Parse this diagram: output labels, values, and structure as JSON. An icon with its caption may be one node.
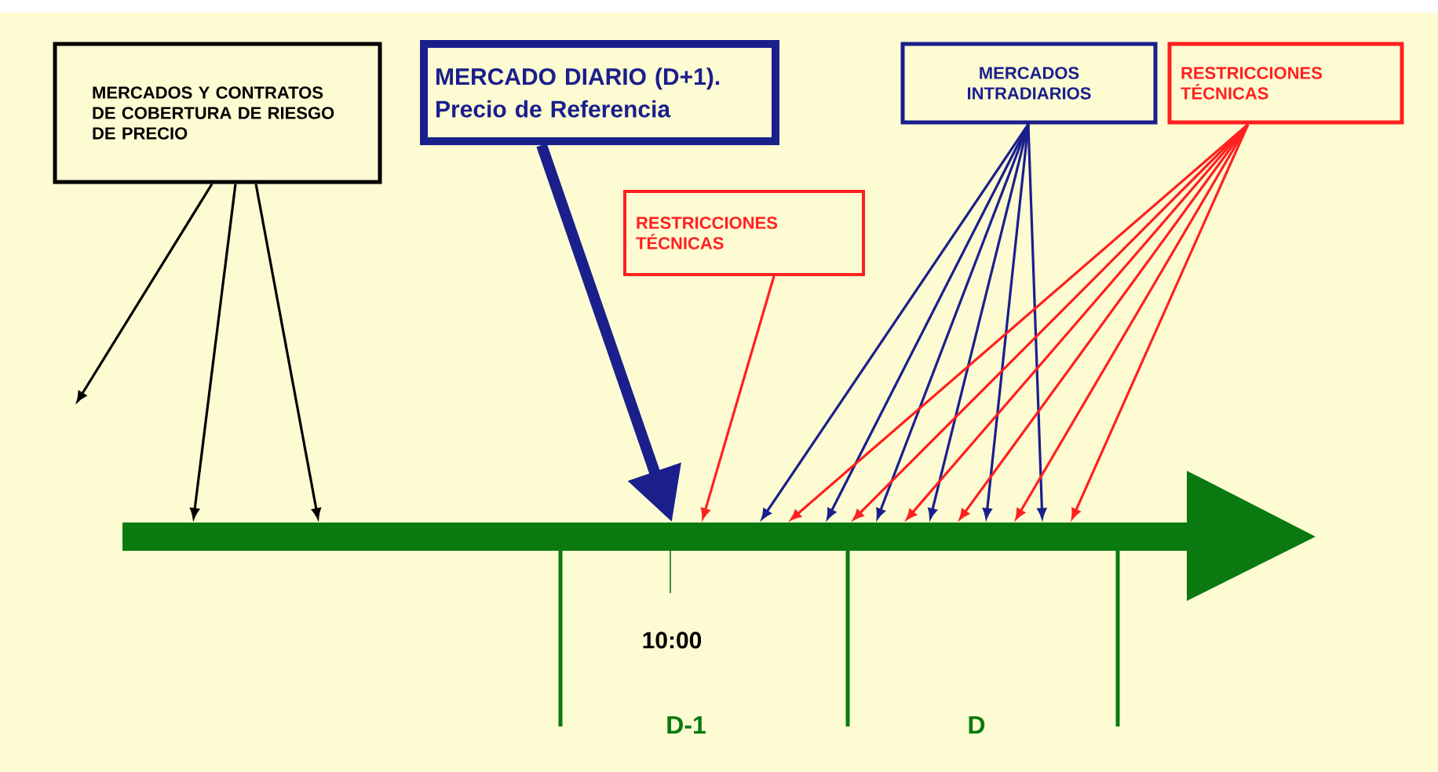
{
  "diagram": {
    "nodes": [
      {
        "text": [
          "MERCADOS Y CONTRATOS DE COBERTURA DE RIESGO DE PRECIO"
        ]
      },
      {
        "text": [
          "MERCADO DIARIO (D+1).",
          "Precio de Referencia"
        ]
      },
      {
        "text": [
          "MERCADOS INTRADIARIOS"
        ]
      },
      {
        "text": [
          "RESTRICCIONES TÉCNICAS"
        ]
      },
      {
        "text": [
          "RESTRICCIONES TÉCNICAS"
        ]
      },
      {
        "text": [],
        "shape": "bar"
      }
    ],
    "edges": [
      {
        "from": 0,
        "to": null,
        "arrow": "to",
        "color": "#000000"
      },
      {
        "from": 0,
        "to": 5,
        "arrow": "to",
        "color": "#000000"
      },
      {
        "from": 0,
        "to": 5,
        "arrow": "to",
        "color": "#000000"
      },
      {
        "from": 1,
        "to": 5,
        "arrow": "to",
        "style": "thick",
        "color": "#1a1f8c"
      },
      {
        "from": 4,
        "to": 5,
        "arrow": "to",
        "color": "#ff2020"
      },
      {
        "from": 2,
        "to": 5,
        "arrow": "to",
        "color": "#1a1f8c"
      },
      {
        "from": 2,
        "to": 5,
        "arrow": "to",
        "color": "#1a1f8c"
      },
      {
        "from": 2,
        "to": 5,
        "arrow": "to",
        "color": "#1a1f8c"
      },
      {
        "from": 2,
        "to": 5,
        "arrow": "to",
        "color": "#1a1f8c"
      },
      {
        "from": 2,
        "to": 5,
        "arrow": "to",
        "color": "#1a1f8c"
      },
      {
        "from": 2,
        "to": 5,
        "arrow": "to",
        "color": "#1a1f8c"
      },
      {
        "from": 3,
        "to": 5,
        "arrow": "to",
        "color": "#ff2020"
      },
      {
        "from": 3,
        "to": 5,
        "arrow": "to",
        "color": "#ff2020"
      },
      {
        "from": 3,
        "to": 5,
        "arrow": "to",
        "color": "#ff2020"
      },
      {
        "from": 3,
        "to": 5,
        "arrow": "to",
        "color": "#ff2020"
      },
      {
        "from": 3,
        "to": 5,
        "arrow": "to",
        "color": "#ff2020"
      },
      {
        "from": 3,
        "to": 5,
        "arrow": "to",
        "color": "#ff2020"
      }
    ],
    "labels": [
      "10:00",
      "D-1",
      "D"
    ]
  }
}
